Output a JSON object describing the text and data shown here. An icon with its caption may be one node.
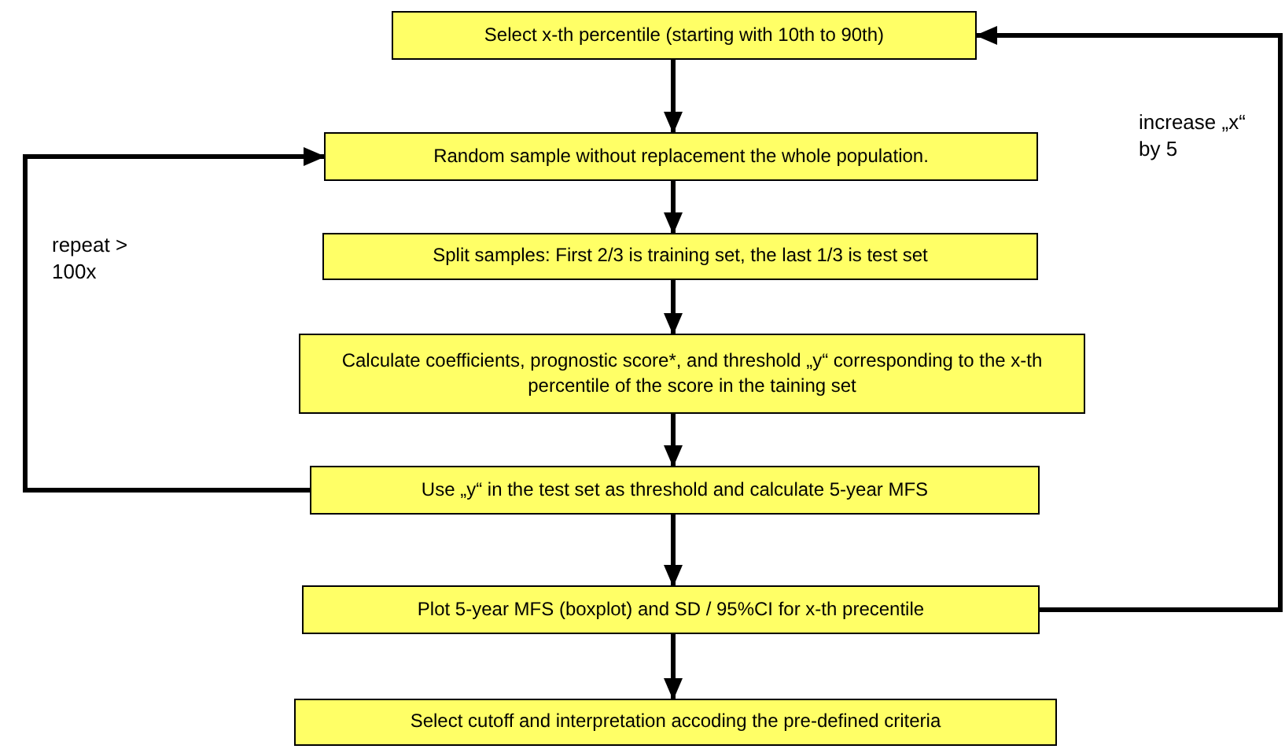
{
  "diagram": {
    "nodes": [
      {
        "text": [
          "Select x-th percentile (starting with 10th to 90th)"
        ]
      },
      {
        "text": [
          "Random sample without replacement the whole population."
        ]
      },
      {
        "text": [
          "Split samples: First 2/3 is training set, the last 1/3 is test set"
        ]
      },
      {
        "text": [
          "Calculate coefficients, prognostic score*, and threshold „y“ corresponding to the x-th percentile of the score in the taining set"
        ]
      },
      {
        "text": [
          "Use „y“ in the test set as threshold and calculate 5-year MFS"
        ]
      },
      {
        "text": [
          "Plot 5-year MFS (boxplot) and SD / 95%CI for x-th precentile"
        ]
      },
      {
        "text": [
          "Select cutoff and interpretation accoding the pre-defined criteria"
        ]
      }
    ],
    "edges": [
      {
        "from": 0,
        "to": 1,
        "arrow": "to"
      },
      {
        "from": 1,
        "to": 2,
        "arrow": "to"
      },
      {
        "from": 2,
        "to": 3,
        "arrow": "to"
      },
      {
        "from": 3,
        "to": 4,
        "arrow": "to"
      },
      {
        "from": 4,
        "to": 5,
        "arrow": "to"
      },
      {
        "from": 5,
        "to": 6,
        "arrow": "to"
      },
      {
        "from": 4,
        "to": 1,
        "arrow": "to",
        "label": "repeat > 100x"
      },
      {
        "from": 5,
        "to": 0,
        "arrow": "to",
        "label": "increase „x“ by 5"
      }
    ]
  }
}
